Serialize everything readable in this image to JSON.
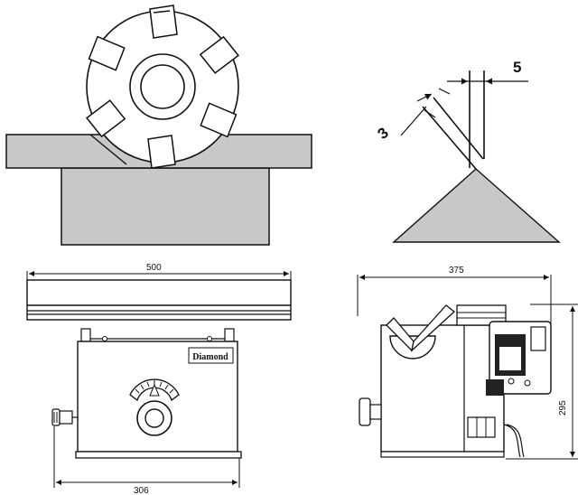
{
  "panel_chamfer_detail": {
    "dim_width": "5",
    "dim_chamfer": "3"
  },
  "panel_front_view": {
    "dim_total_width": "500",
    "dim_base_width": "306",
    "brand_logo": "Diamond"
  },
  "panel_side_view": {
    "dim_total_depth": "375",
    "dim_height": "295"
  },
  "colors": {
    "line": "#111111",
    "fill_gray": "#c8c8c8",
    "fill_dark": "#222222"
  }
}
